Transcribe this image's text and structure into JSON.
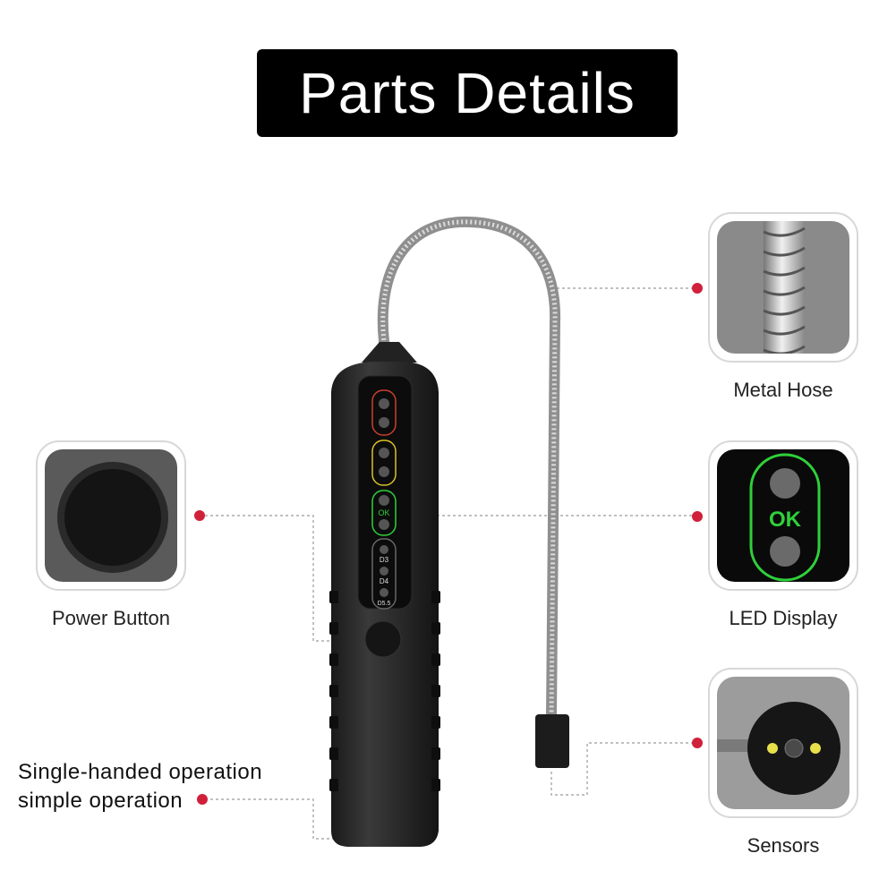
{
  "title": "Parts Details",
  "callouts": {
    "metal_hose": "Metal Hose",
    "led_display": "LED Display",
    "sensors": "Sensors",
    "power_button": "Power Button"
  },
  "led_panel": {
    "ok": "OK",
    "d3": "D3",
    "d4": "D4",
    "d5": "D5.5"
  },
  "note": {
    "line1": "Single-handed operation",
    "line2": "simple operation"
  },
  "colors": {
    "accent_red": "#d0203a",
    "led_green": "#2fd03a",
    "led_yellow": "#d8c22a",
    "led_red": "#c8402c",
    "sensor_yellow": "#e8e04a"
  }
}
